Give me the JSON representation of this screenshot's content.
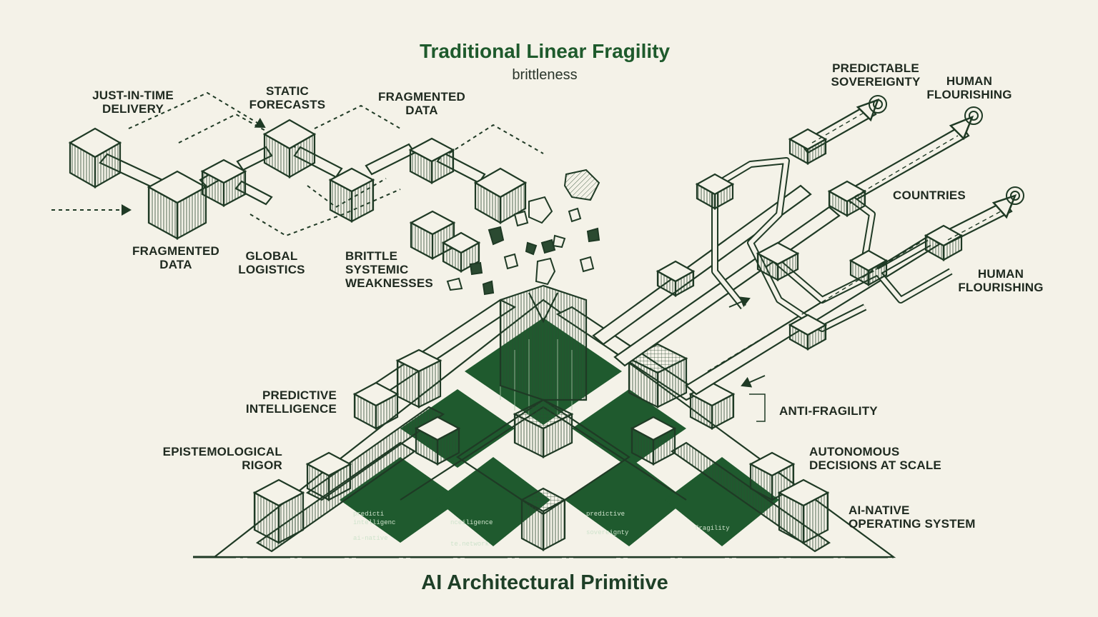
{
  "title": "Traditional Linear Fragility",
  "subtitle": "brittleness",
  "bottom_title": "AI Architectural Primitive",
  "labels": {
    "jit_line1": "JUST-IN-TIME",
    "jit_line2": "DELIVERY",
    "static_line1": "STATIC",
    "static_line2": "FORECASTS",
    "frag_top_line1": "FRAGMENTED",
    "frag_top_line2": "DATA",
    "frag_bottom_line1": "FRAGMENTED",
    "frag_bottom_line2": "DATA",
    "global_line1": "GLOBAL",
    "global_line2": "LOGISTICS",
    "brittle_line1": "BRITTLE",
    "brittle_line2": "SYSTEMIC",
    "brittle_line3": "WEAKNESSES",
    "pred_sov_line1": "PREDICTABLE",
    "pred_sov_line2": "SOVEREIGNTY",
    "human1_line1": "HUMAN",
    "human1_line2": "FLOURISHING",
    "countries": "COUNTRIES",
    "human2_line1": "HUMAN",
    "human2_line2": "FLOURISHING",
    "anti_fragility": "ANTI-FRAGILITY",
    "autonomous_line1": "AUTONOMOUS",
    "autonomous_line2": "DECISIONS AT SCALE",
    "ai_native_line1": "AI-NATIVE",
    "ai_native_line2": "OPERATING SYSTEM",
    "predictive_line1": "PREDICTIVE",
    "predictive_line2": "INTELLIGENCE",
    "epistemic_line1": "EPISTEMOLOGICAL",
    "epistemic_line2": "RIGOR"
  },
  "code_snippets": [
    "predicti",
    "intelligenc",
    "ai-native",
    "nceiligence",
    "te.network",
    "predictive",
    "sovereignty",
    "fragility"
  ],
  "colors": {
    "background": "#f4f2e8",
    "ink": "#1f3a25",
    "accent": "#1e5a2c",
    "pit": "#1f5a2e"
  }
}
